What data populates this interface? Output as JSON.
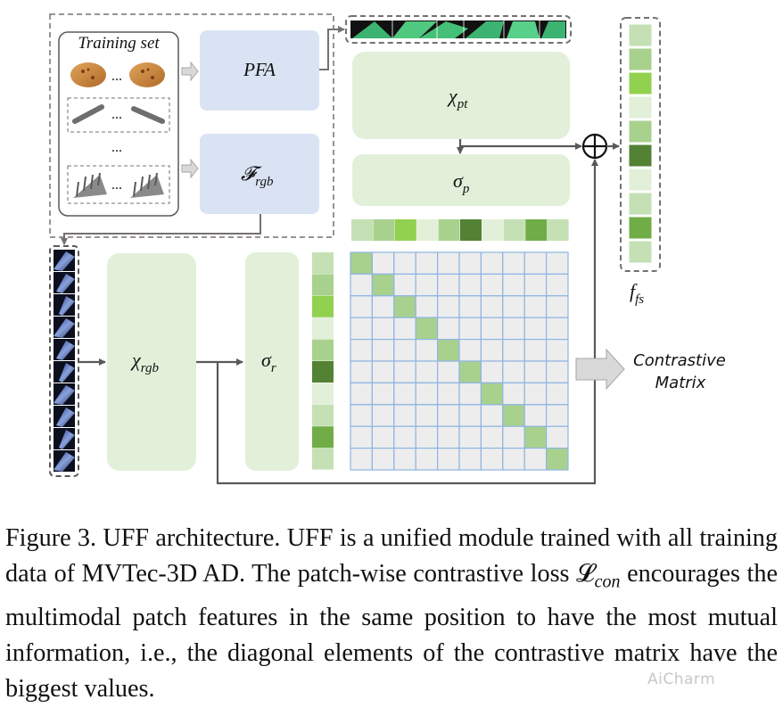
{
  "training_set": {
    "title": "Training set",
    "ellipsis": [
      "...",
      "...",
      "...",
      "..."
    ]
  },
  "modules": {
    "pfa": "PFA",
    "f_rgb": "𝓕",
    "f_rgb_sub": "rgb",
    "chi_pt": "χ",
    "chi_pt_sub": "pt",
    "sigma_p": "σ",
    "sigma_p_sub": "p",
    "chi_rgb": "χ",
    "chi_rgb_sub": "rgb",
    "sigma_r": "σ",
    "sigma_r_sub": "r"
  },
  "fused_feature": {
    "label": "f",
    "label_sub": "fs"
  },
  "contrastive": {
    "line1": "Contrastive",
    "line2": "Matrix",
    "size": 10
  },
  "caption": {
    "text": "Figure 3. UFF architecture. UFF is a unified module trained with all training data of MVTec-3D AD. The patch-wise contrastive loss 𝓛",
    "con": "con",
    "text2": " encourages the multimodal patch features in the same position to have the most mutual information, i.e., the diagonal elements of the contrastive matrix have the biggest values."
  },
  "watermark": "AiCharm",
  "colors": {
    "box_blue": "#dae3f3",
    "box_green": "#e2efd9",
    "grid_line": "#8eb4e3",
    "cell_fill": "#ededed",
    "diag_fill": "#a9d18e",
    "arrow": "#595959",
    "dash": "#767171"
  },
  "feature_colors_point": [
    "#c5e0b4",
    "#a9d18e",
    "#92d050",
    "#e2efd9",
    "#a9d18e",
    "#548235",
    "#e2efd9",
    "#c5e0b4",
    "#70ad47",
    "#c5e0b4"
  ],
  "feature_colors_rgb": [
    "#c5e0b4",
    "#a9d18e",
    "#92d050",
    "#e2efd9",
    "#a9d18e",
    "#548235",
    "#e2efd9",
    "#c5e0b4",
    "#70ad47",
    "#c5e0b4"
  ],
  "feature_colors_fused": [
    "#c5e0b4",
    "#a9d18e",
    "#92d050",
    "#e2efd9",
    "#a9d18e",
    "#548235",
    "#e2efd9",
    "#c5e0b4",
    "#70ad47",
    "#c5e0b4"
  ]
}
